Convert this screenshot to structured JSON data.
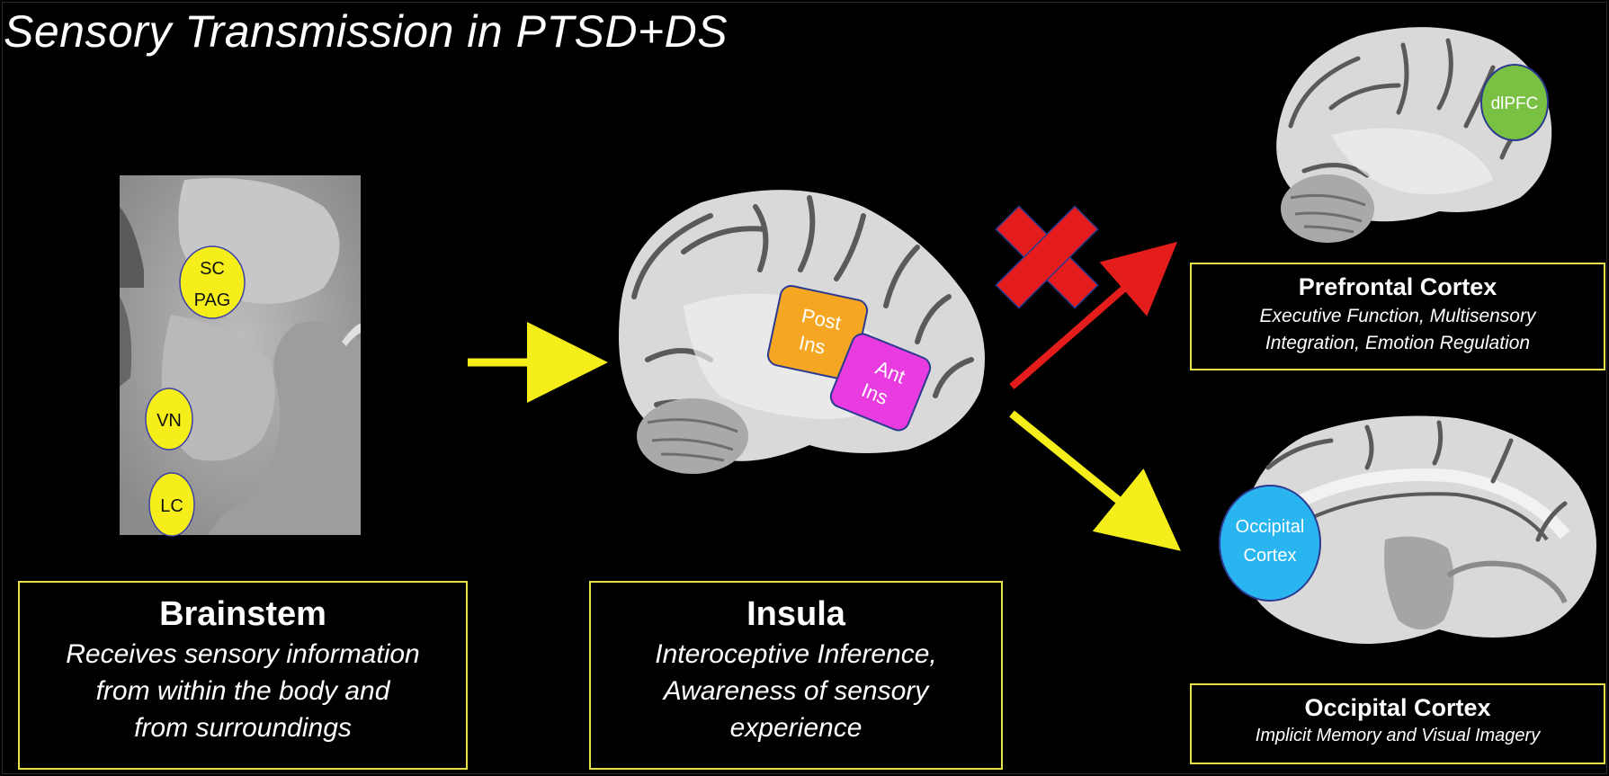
{
  "title": "Sensory Transmission in PTSD+DS",
  "colors": {
    "background": "#000000",
    "box_border": "#e6e24a",
    "brainstem_nuclei": "#f5ee1a",
    "post_ins": "#f5a623",
    "ant_ins": "#e83be0",
    "dlpfc": "#7ac143",
    "occipital": "#29b6f0",
    "blocked_arrow": "#e41c1c",
    "flow_arrow": "#f5ee1a"
  },
  "brainstem": {
    "nuclei": {
      "sc_pag_line1": "SC",
      "sc_pag_line2": "PAG",
      "vn": "VN",
      "lc": "LC"
    },
    "box": {
      "heading": "Brainstem",
      "line1": "Receives sensory information",
      "line2": "from within the body and",
      "line3": "from surroundings"
    }
  },
  "insula": {
    "regions": {
      "post_line1": "Post",
      "post_line2": "Ins",
      "ant_line1": "Ant",
      "ant_line2": "Ins"
    },
    "box": {
      "heading": "Insula",
      "line1": "Interoceptive Inference,",
      "line2": "Awareness of sensory",
      "line3": "experience"
    }
  },
  "prefrontal": {
    "region_label": "dlPFC",
    "box": {
      "heading": "Prefrontal Cortex",
      "line1": "Executive Function, Multisensory",
      "line2": "Integration, Emotion Regulation"
    }
  },
  "occipital": {
    "region_line1": "Occipital",
    "region_line2": "Cortex",
    "box": {
      "heading": "Occipital Cortex",
      "line1": "Implicit Memory and Visual Imagery"
    }
  },
  "connections": [
    {
      "from": "brainstem",
      "to": "insula",
      "status": "transmitted",
      "color": "#f5ee1a"
    },
    {
      "from": "insula",
      "to": "prefrontal",
      "status": "blocked",
      "color": "#e41c1c"
    },
    {
      "from": "insula",
      "to": "occipital",
      "status": "transmitted",
      "color": "#f5ee1a"
    }
  ]
}
